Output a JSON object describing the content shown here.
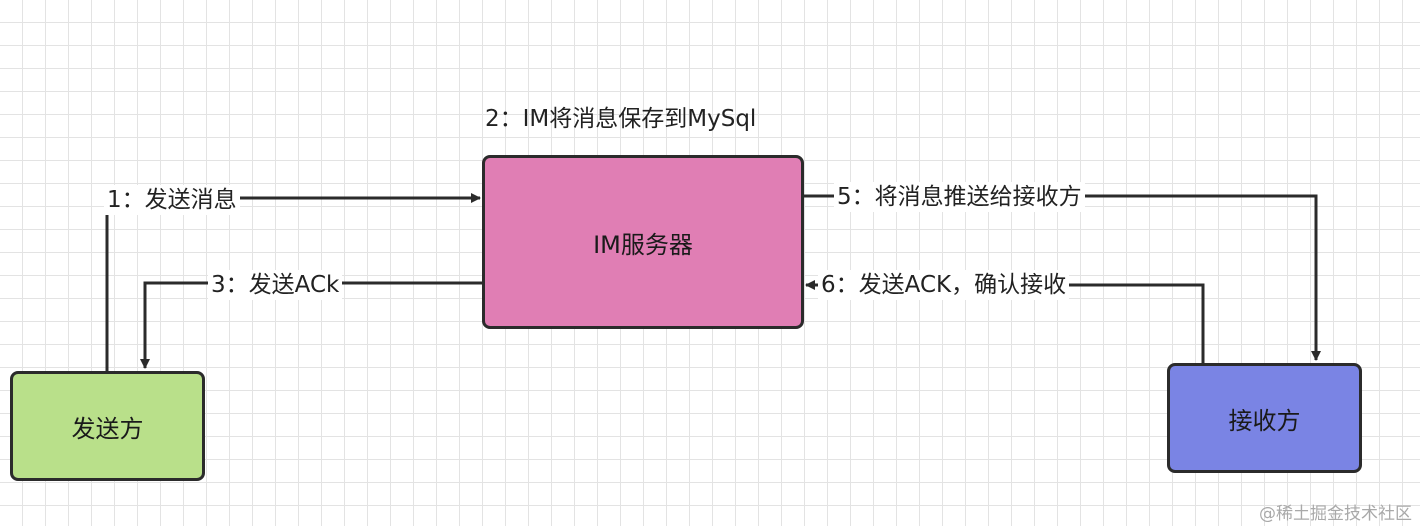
{
  "nodes": {
    "sender": "发送方",
    "server": "IM服务器",
    "receiver": "接收方"
  },
  "edges": {
    "step1": "1：发送消息",
    "step2": "2：IM将消息保存到MySql",
    "step3": "3：发送ACk",
    "step5": "5：将消息推送给接收方",
    "step6": "6：发送ACK，确认接收"
  },
  "watermark": "@稀土掘金技术社区",
  "colors": {
    "sender_fill": "#b9e08a",
    "server_fill": "#e07eb4",
    "receiver_fill": "#7a84e4",
    "stroke": "#2b2b2b"
  }
}
